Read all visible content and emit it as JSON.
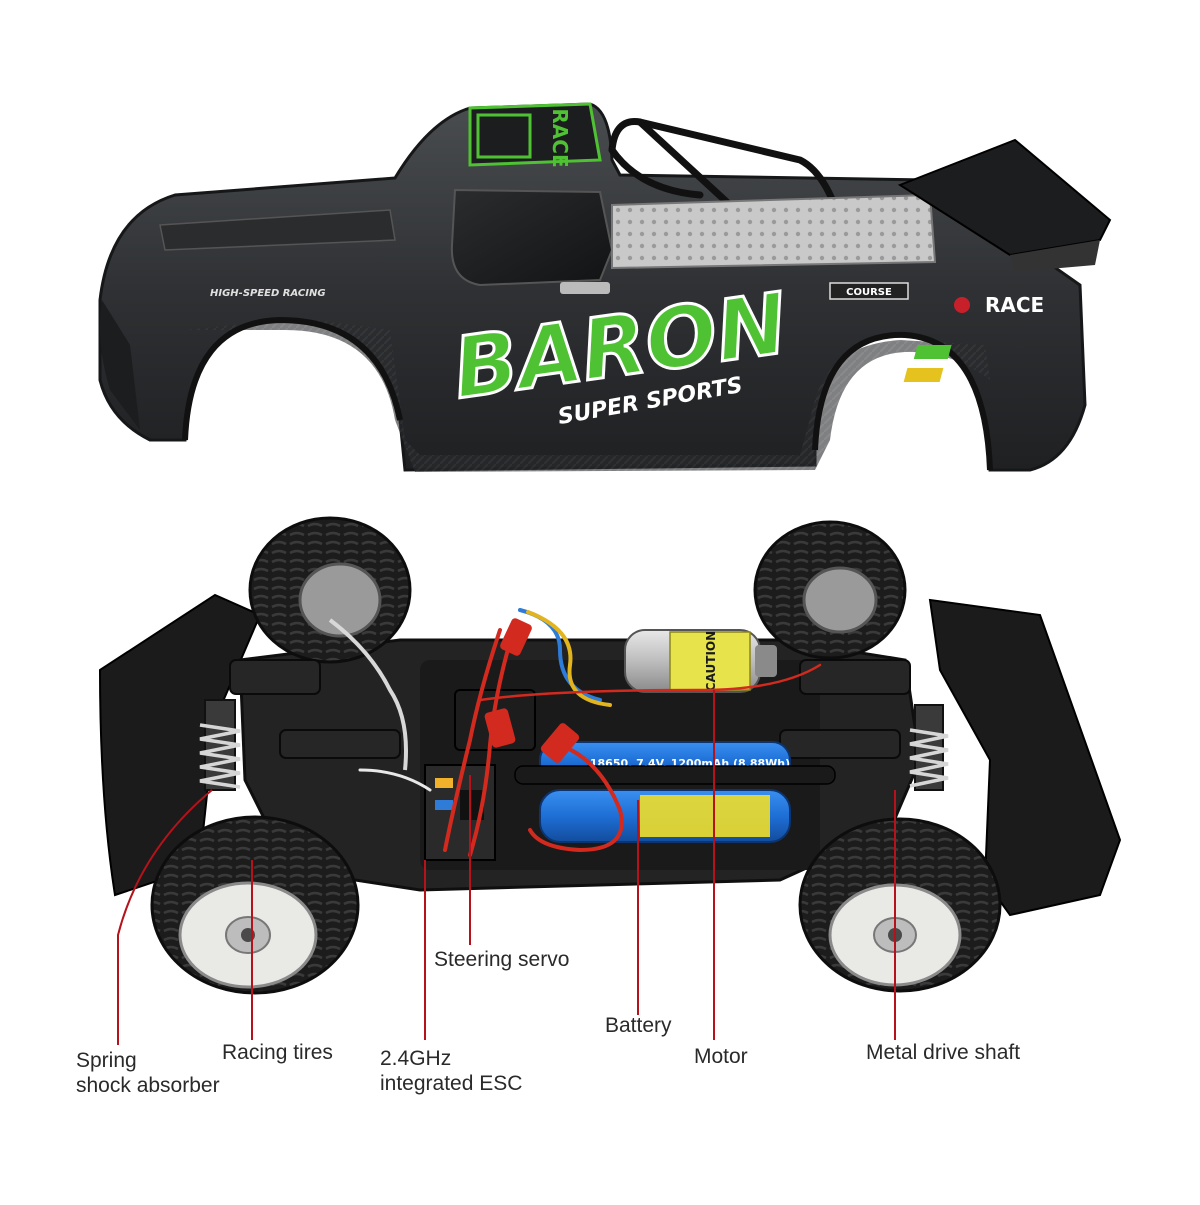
{
  "car_body": {
    "decal_main": "BARON",
    "decal_sub": "SUPER SPORTS",
    "decal_tag": "HIGH-SPEED RACING",
    "decal_race": "RACE",
    "decal_roof": "RACE",
    "decal_course": "COURSE"
  },
  "chassis": {
    "battery_print": "18650, 7.4V, 1200mAh (8.88Wh)",
    "motor_print": "CAUTION"
  },
  "callouts": [
    {
      "id": "spring-shock-absorber",
      "label": "Spring\nshock absorber"
    },
    {
      "id": "racing-tires",
      "label": "Racing tires"
    },
    {
      "id": "esc",
      "label": "2.4GHz\nintegrated ESC"
    },
    {
      "id": "steering-servo",
      "label": "Steering servo"
    },
    {
      "id": "battery",
      "label": "Battery"
    },
    {
      "id": "motor",
      "label": "Motor"
    },
    {
      "id": "metal-drive-shaft",
      "label": "Metal drive shaft"
    }
  ],
  "colors": {
    "body_dark": "#2b2d2f",
    "body_mid": "#3c3f42",
    "accent_green": "#4fc234",
    "battery_blue": "#1e6fd6",
    "wire_red": "#d22a1e",
    "callout_line": "#b5121b",
    "tire": "#1d1d1d",
    "rim": "#e9e9e6"
  }
}
